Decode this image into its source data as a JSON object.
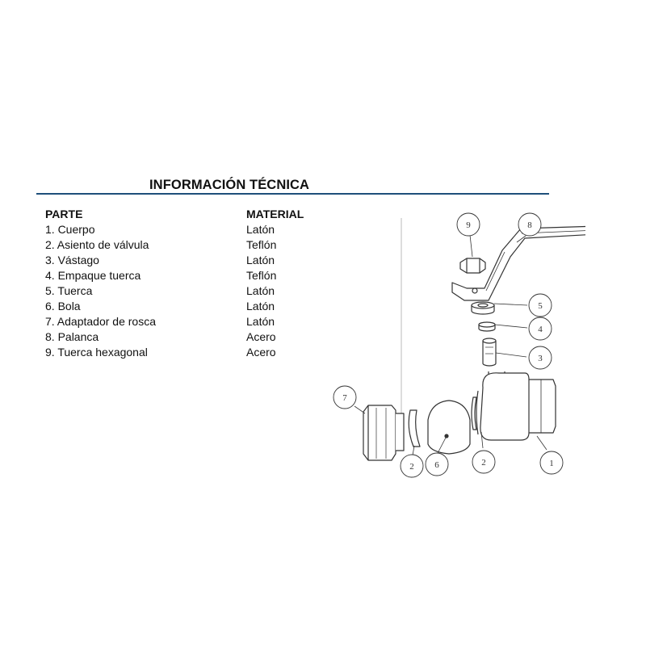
{
  "title": "INFORMACIÓN TÉCNICA",
  "headers": {
    "part": "PARTE",
    "material": "MATERIAL"
  },
  "parts": [
    {
      "part": "1. Cuerpo",
      "material": "Latón"
    },
    {
      "part": "2. Asiento de válvula",
      "material": "Teflón"
    },
    {
      "part": "3. Vástago",
      "material": "Latón"
    },
    {
      "part": "4. Empaque tuerca",
      "material": "Teflón"
    },
    {
      "part": "5. Tuerca",
      "material": "Latón"
    },
    {
      "part": "6. Bola",
      "material": "Latón"
    },
    {
      "part": "7. Adaptador de rosca",
      "material": "Latón"
    },
    {
      "part": "8. Palanca",
      "material": "Acero"
    },
    {
      "part": "9. Tuerca hexagonal",
      "material": "Acero"
    }
  ],
  "callouts": [
    "9",
    "8",
    "5",
    "4",
    "3",
    "7",
    "2",
    "6",
    "2",
    "1"
  ],
  "colors": {
    "rule": "#1f4f7a",
    "text": "#111111",
    "drawing": "#333333"
  }
}
